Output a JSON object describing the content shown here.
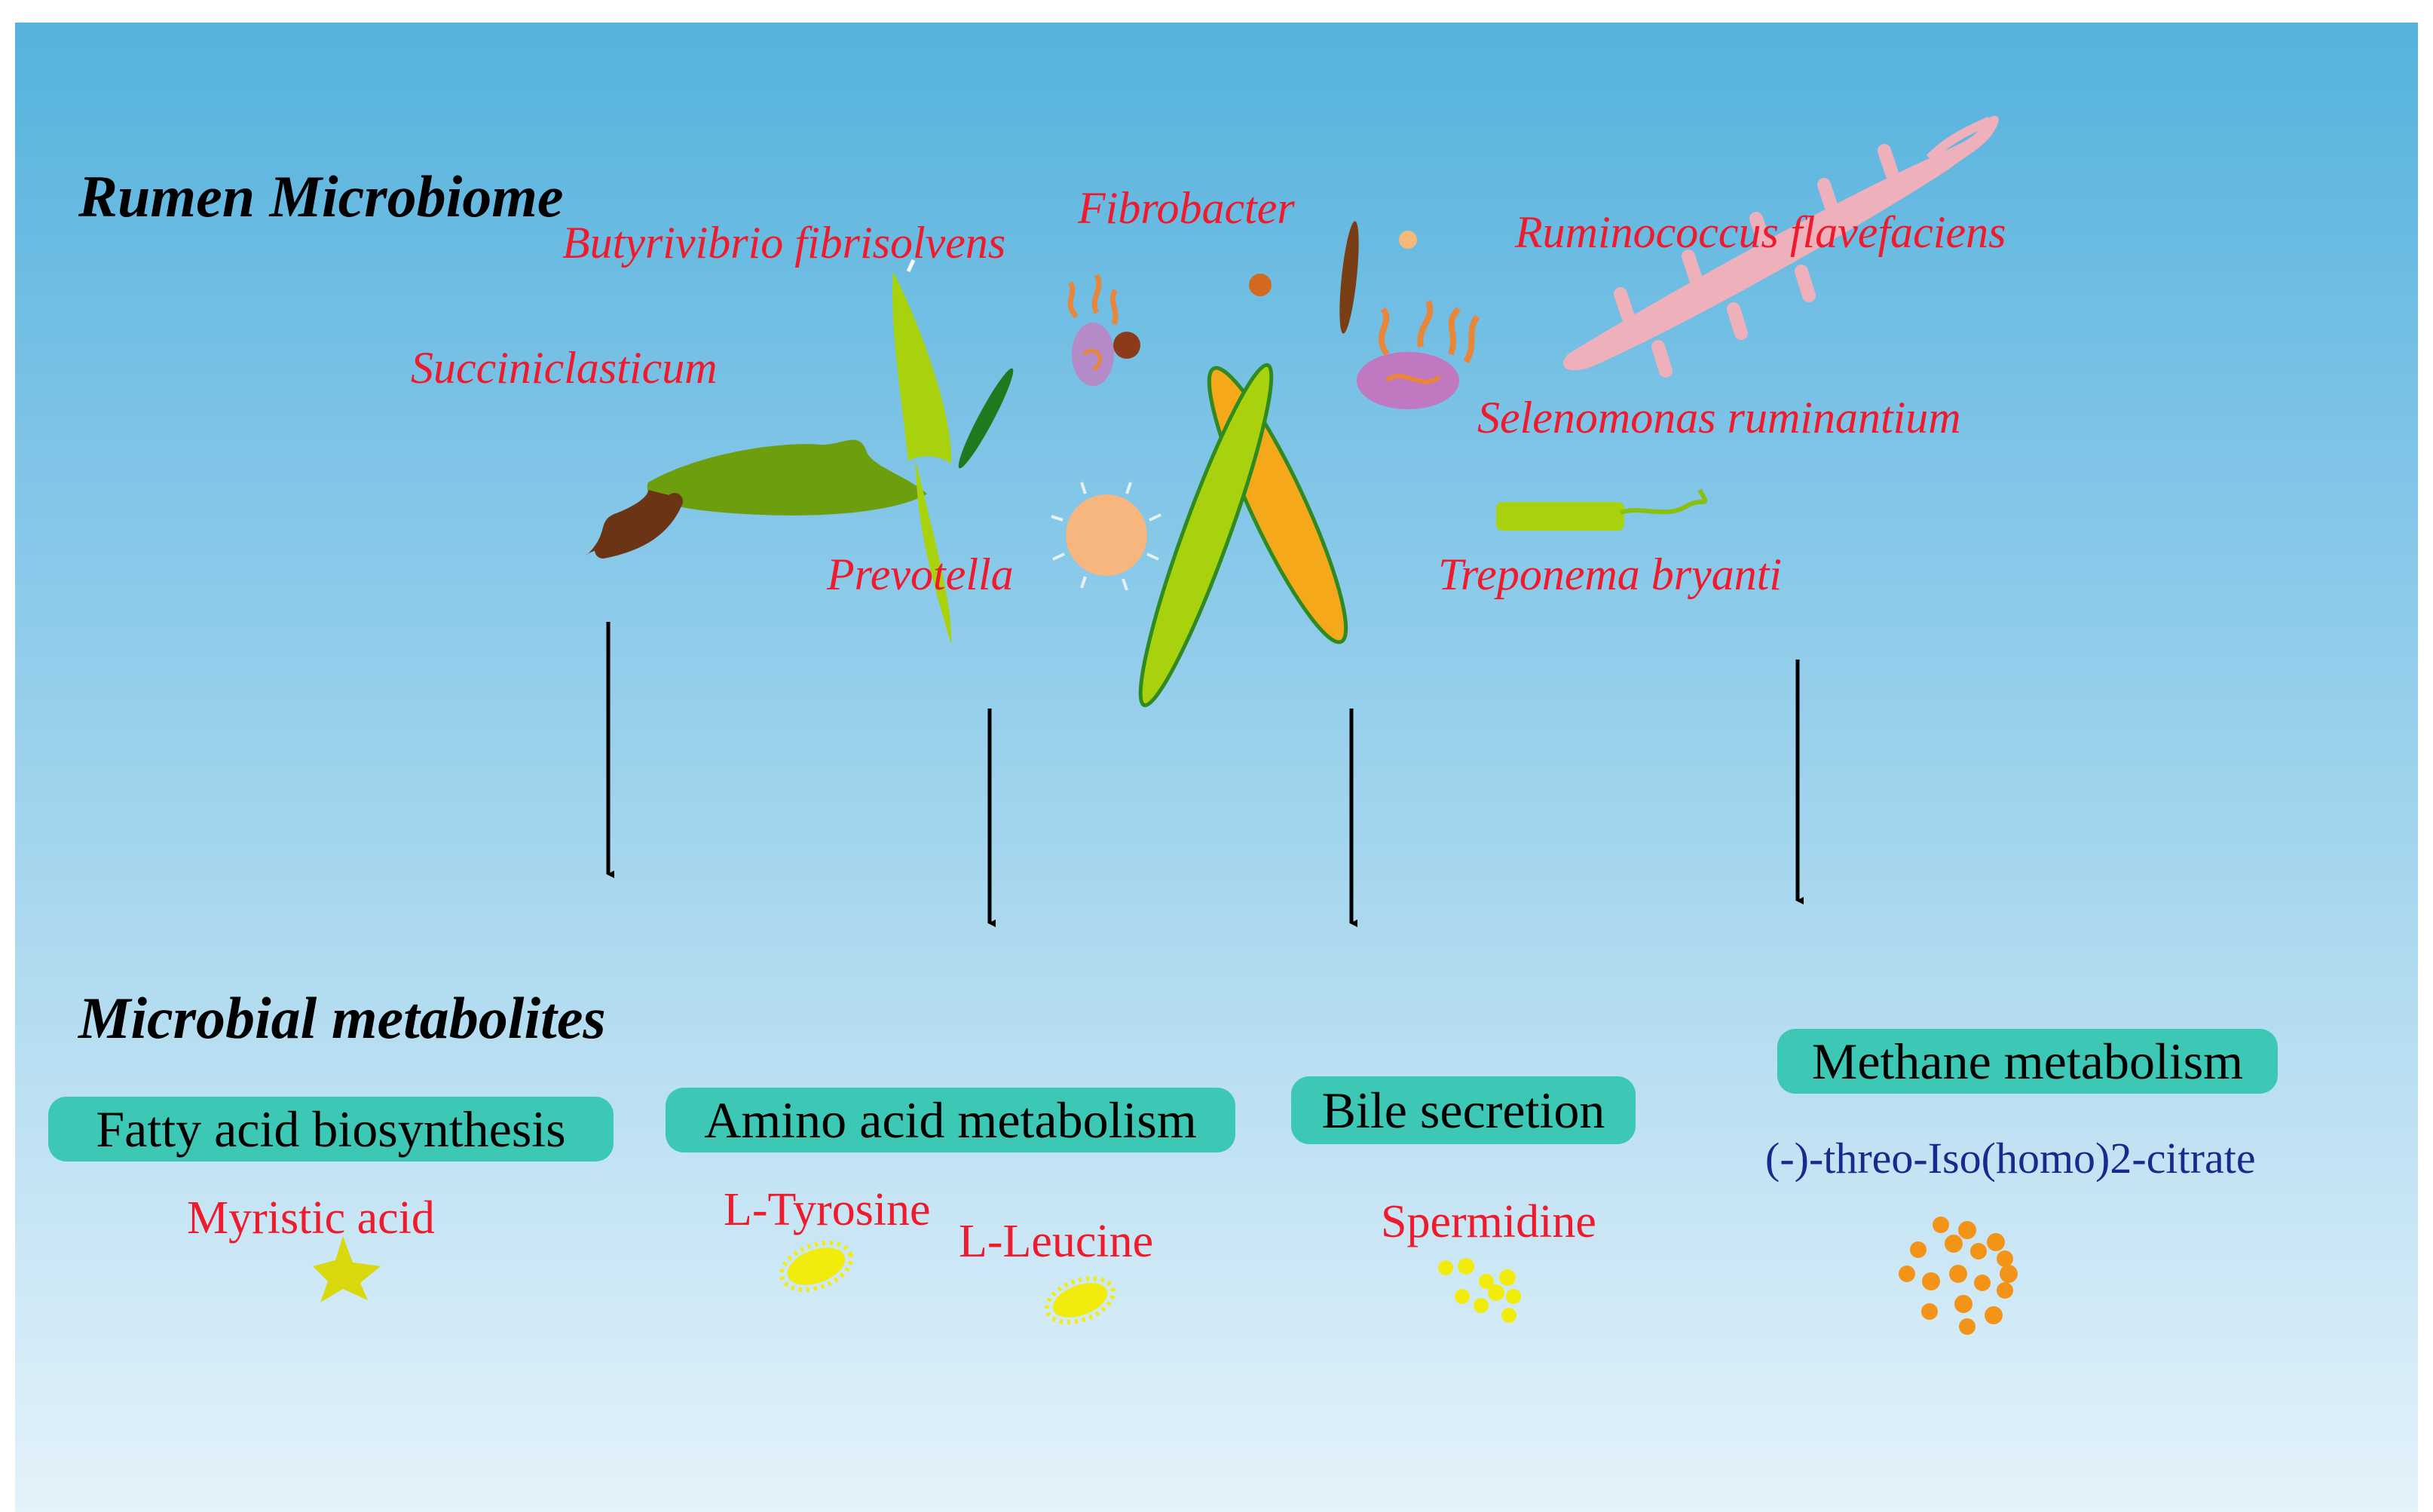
{
  "headings": {
    "microbiome": "Rumen Microbiome",
    "metabolites": "Microbial metabolites"
  },
  "organisms": {
    "butyrivibrio": "Butyrivibrio fibrisolvens",
    "fibrobacter": "Fibrobacter",
    "ruminococcus": "Ruminococcus flavefaciens",
    "succiniclasticum": "Succiniclasticum",
    "selenomonas": "Selenomonas ruminantium",
    "prevotella": "Prevotella",
    "treponema": "Treponema bryanti"
  },
  "pathways": [
    {
      "label": "Fatty acid biosynthesis"
    },
    {
      "label": "Amino acid metabolism"
    },
    {
      "label": "Bile secretion"
    },
    {
      "label": "Methane metabolism"
    }
  ],
  "metabolites": {
    "myristic": "Myristic acid",
    "tyrosine": "L-Tyrosine",
    "leucine": "L-Leucine",
    "spermidine": "Spermidine",
    "citrate": "(-)-threo-Iso(homo)2-citrate"
  },
  "colors": {
    "background_top": "#55b2dd",
    "background_bottom": "#e4f2fa",
    "pill": "#3cc8b4",
    "organism_label": "#ef1b2d",
    "citrate_label": "#1a2a8c"
  }
}
